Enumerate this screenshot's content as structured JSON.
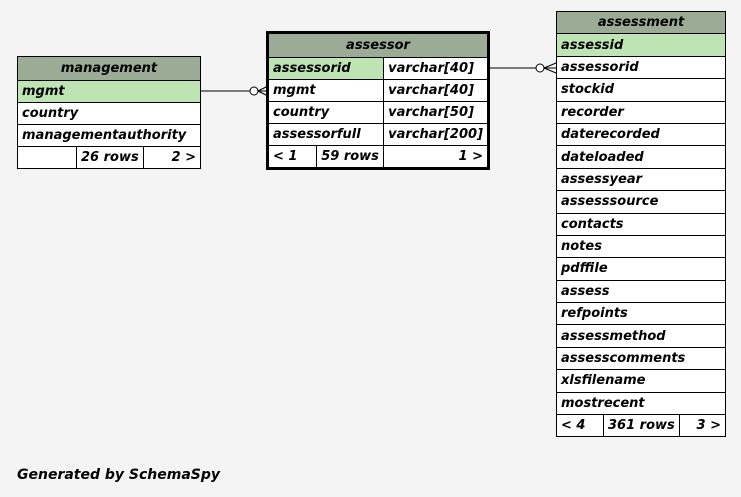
{
  "tables": {
    "management": {
      "name": "management",
      "columns": [
        "mgmt",
        "country",
        "managementauthority"
      ],
      "footer": {
        "left": "",
        "rows": "26 rows",
        "right": "2 >"
      }
    },
    "assessor": {
      "name": "assessor",
      "columns": [
        {
          "name": "assessorid",
          "type": "varchar[40]"
        },
        {
          "name": "mgmt",
          "type": "varchar[40]"
        },
        {
          "name": "country",
          "type": "varchar[50]"
        },
        {
          "name": "assessorfull",
          "type": "varchar[200]"
        }
      ],
      "footer": {
        "left": "< 1",
        "rows": "59 rows",
        "right": "1 >"
      }
    },
    "assessment": {
      "name": "assessment",
      "columns": [
        "assessid",
        "assessorid",
        "stockid",
        "recorder",
        "daterecorded",
        "dateloaded",
        "assessyear",
        "assesssource",
        "contacts",
        "notes",
        "pdffile",
        "assess",
        "refpoints",
        "assessmethod",
        "assesscomments",
        "xlsfilename",
        "mostrecent"
      ],
      "footer": {
        "left": "< 4",
        "rows": "361 rows",
        "right": "3 >"
      }
    }
  },
  "colors": {
    "header": "#9bab96",
    "primary_key": "#bfe4b4",
    "background": "#f4f4f4"
  },
  "footer_text": "Generated by SchemaSpy"
}
